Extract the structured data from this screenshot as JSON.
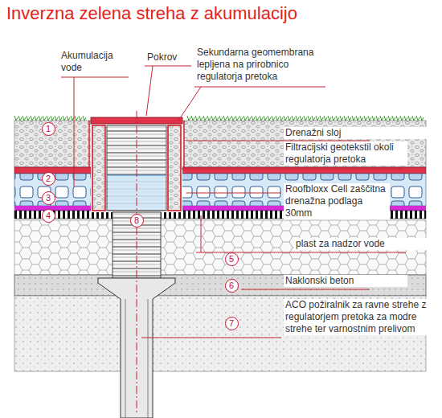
{
  "diagram": {
    "title": "Inverzna zelena streha z akumulacijo",
    "nodes": [
      {
        "text": [
          "1"
        ]
      },
      {
        "text": [
          "2"
        ]
      },
      {
        "text": [
          "3"
        ]
      },
      {
        "text": [
          "4"
        ]
      },
      {
        "text": [
          "5"
        ]
      },
      {
        "text": [
          "6"
        ]
      },
      {
        "text": [
          "7"
        ]
      },
      {
        "text": [
          "8"
        ]
      }
    ],
    "labels": [
      "Akumulacija vode",
      "Pokrov",
      "Sekundarna geomembrana lepljena na prirobnico regulatorja pretoka",
      "Drenažni sloj",
      "Filtracijski geotekstil okoli regulatorja pretoka",
      "Roofbloxx Cell zaščitna drenažna podlaga 30mm",
      "plast za nadzor vode",
      "Naklonski beton",
      "ACO požiralnik za ravne strehe z regulatorjem pretoka za modre strehe ter varnostnim prelivom"
    ]
  }
}
